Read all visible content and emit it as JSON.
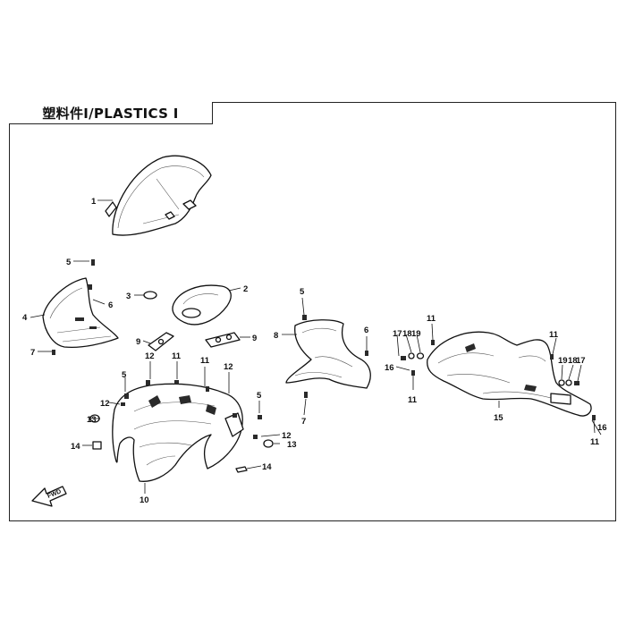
{
  "title": "塑料件Ⅰ/PLASTICS Ⅰ",
  "fwd_label": "FWD",
  "callouts": [
    {
      "id": "c1",
      "text": "1"
    },
    {
      "id": "c2",
      "text": "2"
    },
    {
      "id": "c3",
      "text": "3"
    },
    {
      "id": "c4",
      "text": "4"
    },
    {
      "id": "c5a",
      "text": "5"
    },
    {
      "id": "c5b",
      "text": "5"
    },
    {
      "id": "c5c",
      "text": "5"
    },
    {
      "id": "c5d",
      "text": "5"
    },
    {
      "id": "c6",
      "text": "6"
    },
    {
      "id": "c6b",
      "text": "6"
    },
    {
      "id": "c7a",
      "text": "7"
    },
    {
      "id": "c7b",
      "text": "7"
    },
    {
      "id": "c8",
      "text": "8"
    },
    {
      "id": "c9a",
      "text": "9"
    },
    {
      "id": "c9b",
      "text": "9"
    },
    {
      "id": "c10",
      "text": "10"
    },
    {
      "id": "c11a",
      "text": "11"
    },
    {
      "id": "c11b",
      "text": "11"
    },
    {
      "id": "c11c",
      "text": "11"
    },
    {
      "id": "c11d",
      "text": "11"
    },
    {
      "id": "c11e",
      "text": "11"
    },
    {
      "id": "c11f",
      "text": "11"
    },
    {
      "id": "c12a",
      "text": "12"
    },
    {
      "id": "c12b",
      "text": "12"
    },
    {
      "id": "c12c",
      "text": "12"
    },
    {
      "id": "c12d",
      "text": "12"
    },
    {
      "id": "c13a",
      "text": "13"
    },
    {
      "id": "c13b",
      "text": "13"
    },
    {
      "id": "c14a",
      "text": "14"
    },
    {
      "id": "c14b",
      "text": "14"
    },
    {
      "id": "c15",
      "text": "15"
    },
    {
      "id": "c16a",
      "text": "16"
    },
    {
      "id": "c16b",
      "text": "16"
    },
    {
      "id": "c17a",
      "text": "17"
    },
    {
      "id": "c17b",
      "text": "17"
    },
    {
      "id": "c18a",
      "text": "18"
    },
    {
      "id": "c18b",
      "text": "18"
    },
    {
      "id": "c19a",
      "text": "19"
    },
    {
      "id": "c19b",
      "text": "19"
    }
  ]
}
